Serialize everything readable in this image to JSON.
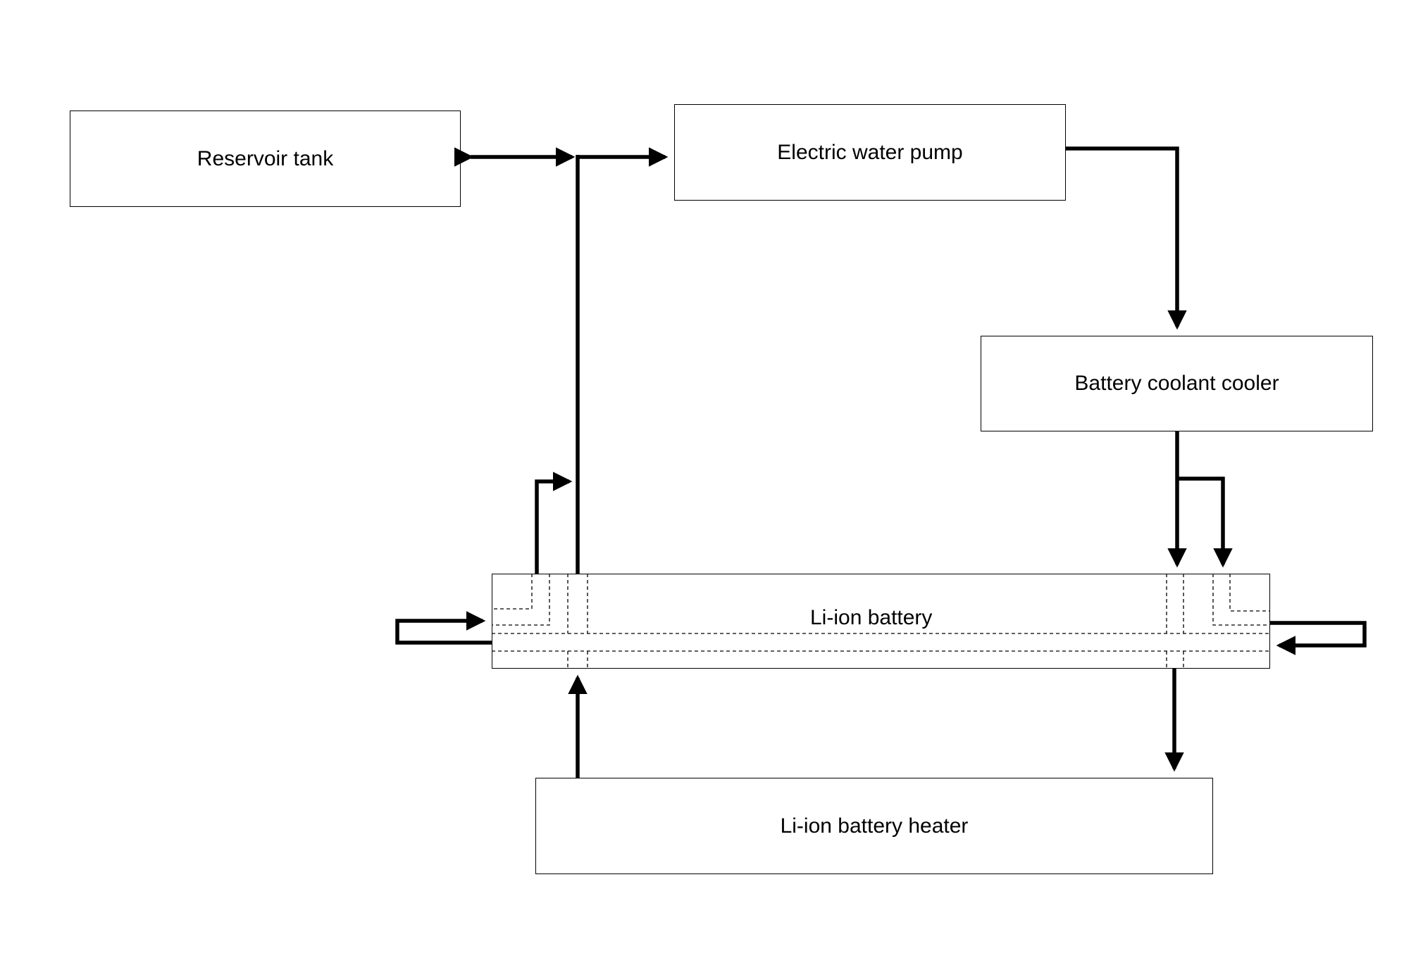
{
  "diagram": {
    "reservoir_tank": "Reservoir tank",
    "electric_water_pump": "Electric water pump",
    "battery_coolant_cooler": "Battery coolant cooler",
    "li_ion_battery": "Li-ion battery",
    "li_ion_battery_heater": "Li-ion battery heater"
  }
}
